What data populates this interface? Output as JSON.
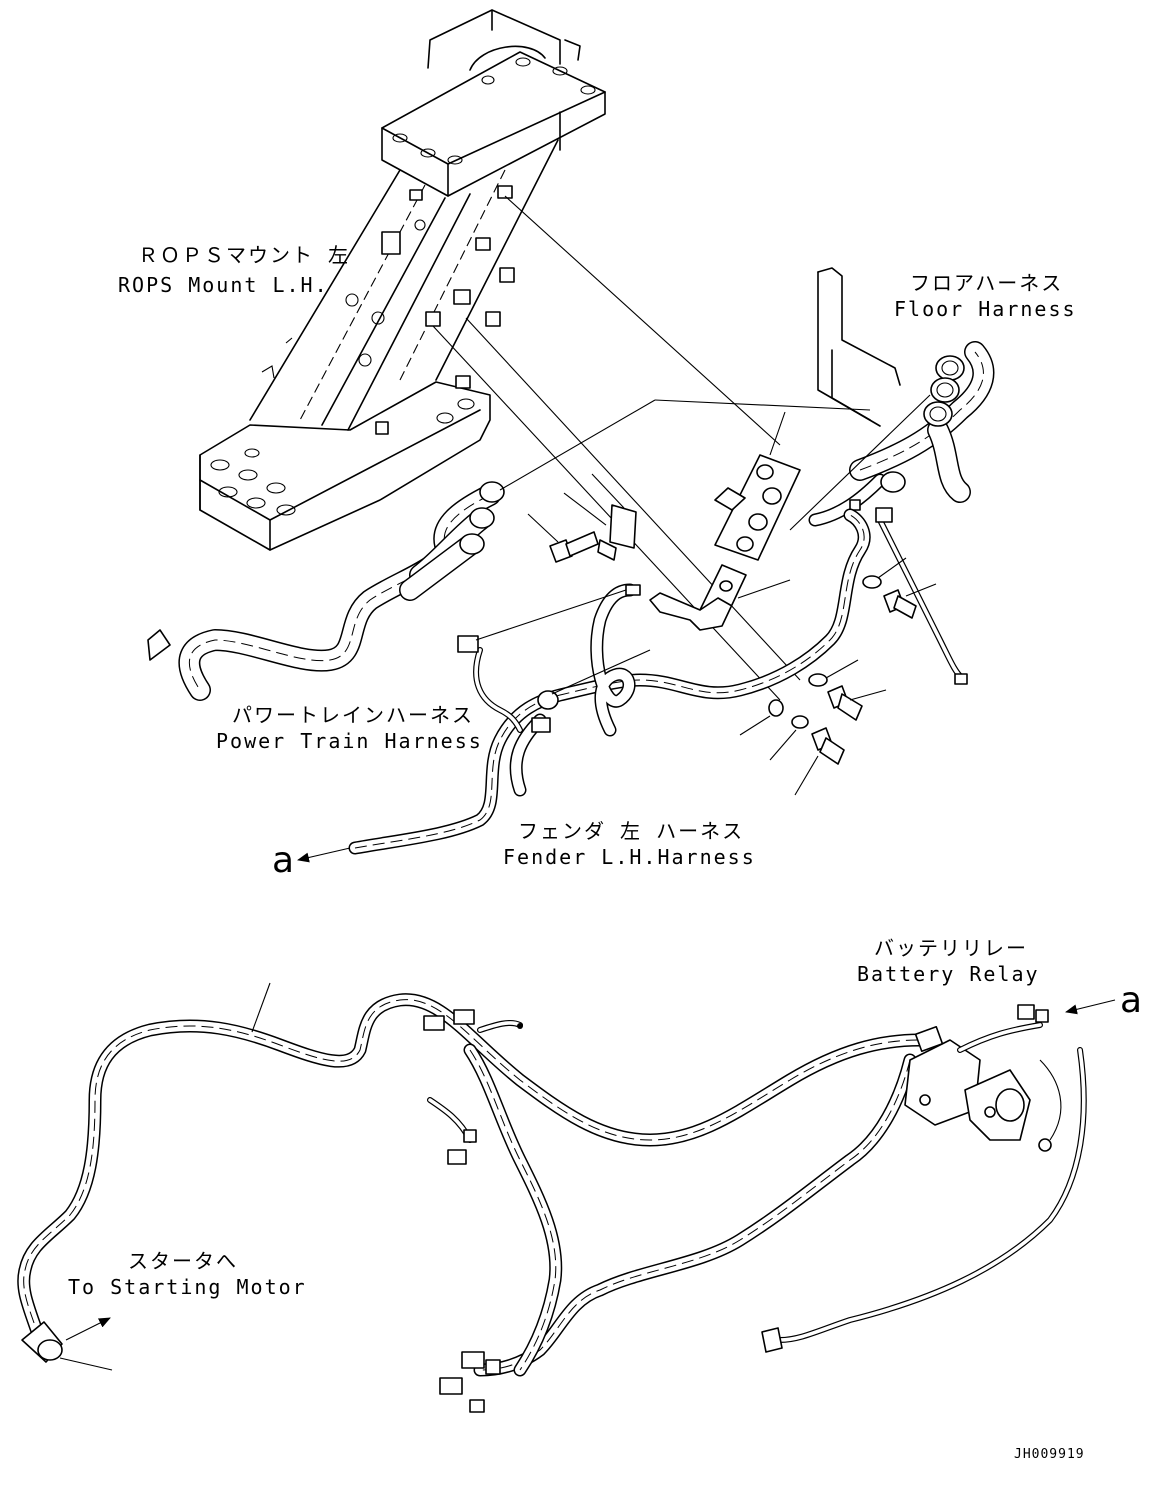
{
  "labels": {
    "rops_mount_jp": "ＲＯＰＳマウント 左",
    "rops_mount_en": "ROPS Mount L.H.",
    "floor_harness_jp": "フロアハーネス",
    "floor_harness_en": "Floor Harness",
    "power_train_jp": "パワートレインハーネス",
    "power_train_en": "Power Train Harness",
    "fender_jp": "フェンダ 左 ハーネス",
    "fender_en": "Fender L.H.Harness",
    "battery_relay_jp": "バッテリリレー",
    "battery_relay_en": "Battery Relay",
    "starter_jp": "スタータへ",
    "starter_en": "To Starting Motor",
    "ref_a_upper": "a",
    "ref_a_lower": "a",
    "drawing_number": "JH009919"
  }
}
